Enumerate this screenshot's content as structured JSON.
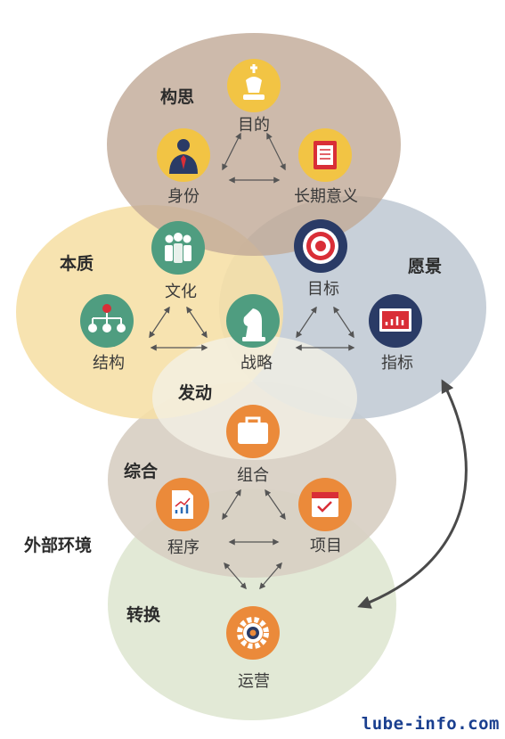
{
  "groups": {
    "gouxiang": "构思",
    "benzhi": "本质",
    "yuanjing": "愿景",
    "fadong": "发动",
    "zonghe": "综合",
    "waibu": "外部环境",
    "zhuanhuan": "转换"
  },
  "nodes": {
    "mudi": "目的",
    "shenfen": "身份",
    "changqi": "长期意义",
    "wenhua": "文化",
    "jiegou": "结构",
    "zhanlue": "战略",
    "mubiao": "目标",
    "zhibiao": "指标",
    "zuhe": "组合",
    "chengxu": "程序",
    "xiangmu": "项目",
    "yunying": "运营"
  },
  "watermark": "lube-info.com",
  "colors": {
    "gouxiang_fill": "#c2ab98",
    "benzhi_fill": "#f6dfa5",
    "yuanjing_fill": "#c3ccd6",
    "fadong_fill": "#ede9da",
    "zonghe_fill": "#d8cfc3",
    "zhuanhuan_fill": "#e2e9d6",
    "yellow_icon": "#f2c444",
    "green_icon": "#4f9d80",
    "red_icon": "#d92e37",
    "navy_icon": "#2a3b66",
    "orange_icon": "#eb8a3a"
  },
  "icons": {
    "mudi": "chess-king-icon",
    "shenfen": "businessman-icon",
    "changqi": "document-icon",
    "wenhua": "people-icon",
    "jiegou": "org-chart-icon",
    "zhanlue": "chess-knight-icon",
    "mubiao": "target-icon",
    "zhibiao": "presentation-chart-icon",
    "zuhe": "briefcase-icon",
    "chengxu": "report-chart-icon",
    "xiangmu": "calendar-check-icon",
    "yunying": "gear-icon"
  }
}
